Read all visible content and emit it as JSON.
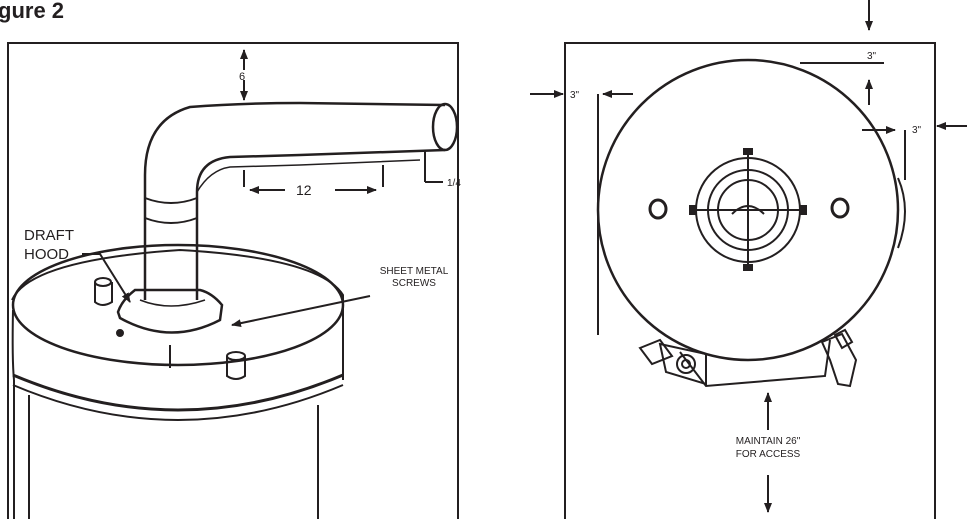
{
  "figure": {
    "title": "gure 2"
  },
  "side_view": {
    "dim_top": "6",
    "dim_length": "12",
    "dim_drop": "1/4",
    "label_draft_hood_line1": "DRAFT",
    "label_draft_hood_line2": "HOOD",
    "label_screws_line1": "SHEET METAL",
    "label_screws_line2": "SCREWS"
  },
  "top_view": {
    "clear_top": "3\"",
    "clear_left": "3\"",
    "clear_right": "3\"",
    "access_line1": "MAINTAIN 26\"",
    "access_line2": "FOR ACCESS"
  },
  "colors": {
    "ink": "#231f20",
    "background": "#ffffff"
  }
}
